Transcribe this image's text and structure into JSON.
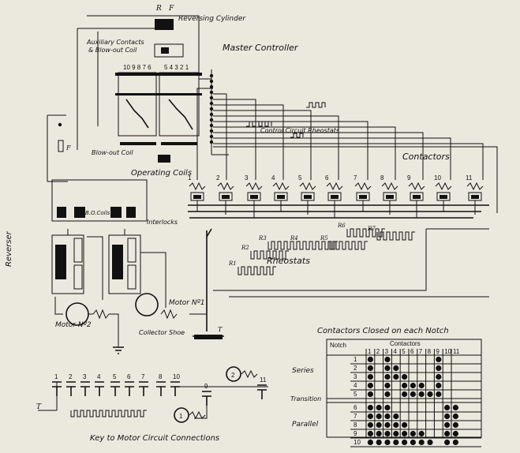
{
  "labels": {
    "reversing_cylinder": "Reversing Cylinder",
    "aux_contacts": "Auxiliary Contacts",
    "blowout_coil_top": "& Blow-out Coil",
    "master_controller": "Master Controller",
    "control_circuit_rheostats": "Control Circuit Rheostats",
    "contactors": "Contactors",
    "operating_coils": "Operating Coils",
    "blowout_coil": "Blow-out Coil",
    "bo_coils": "B.O.Coils",
    "interlocks": "Interlocks",
    "reverser": "Reverser",
    "rheostats": "Rheostats",
    "motor_1": "Motor Nº1",
    "motor_2": "Motor Nº2",
    "collector_shoe": "Collector Shoe",
    "key_caption": "Key to Motor Circuit Connections",
    "table_title": "Contactors Closed on each Notch",
    "R_mark": "R",
    "F_mark": "F",
    "T_mark": "T"
  },
  "contactor_numbers": [
    "1",
    "2",
    "3",
    "4",
    "5",
    "6",
    "7",
    "8",
    "9",
    "10",
    "11"
  ],
  "rheostat_labels": [
    "R1",
    "R2",
    "R3",
    "R4",
    "R5",
    "R6",
    "R7"
  ],
  "key_numbers": [
    "1",
    "2",
    "3",
    "4",
    "5",
    "6",
    "7",
    "8",
    "10",
    "9",
    "11"
  ],
  "master_numbers_left": "10 9 8 7 6",
  "master_numbers_right": "5 4 3 2 1",
  "table": {
    "notch_header": "Notch",
    "contactors_header": "Contactors",
    "groups": [
      "Series",
      "Transition",
      "Parallel"
    ],
    "notches": [
      "1",
      "2",
      "3",
      "4",
      "5",
      "6",
      "7",
      "8",
      "9",
      "10"
    ],
    "closed": [
      [
        1,
        3,
        9
      ],
      [
        1,
        3,
        4,
        9
      ],
      [
        1,
        3,
        4,
        5,
        9
      ],
      [
        1,
        3,
        5,
        6,
        7,
        9
      ],
      [
        1,
        3,
        5,
        6,
        7,
        8,
        9
      ],
      [
        1,
        2,
        3,
        10,
        11
      ],
      [
        1,
        2,
        3,
        4,
        10,
        11
      ],
      [
        1,
        2,
        3,
        4,
        5,
        10,
        11
      ],
      [
        1,
        2,
        3,
        4,
        5,
        6,
        7,
        10,
        11
      ],
      [
        1,
        2,
        3,
        4,
        5,
        6,
        7,
        8,
        10,
        11
      ]
    ]
  }
}
